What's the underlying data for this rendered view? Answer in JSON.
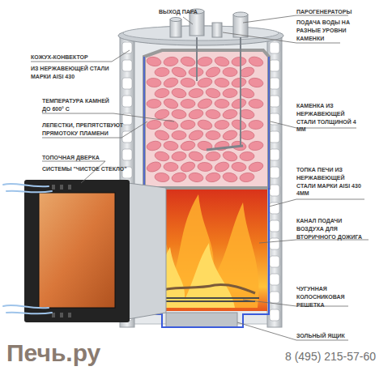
{
  "diagram": {
    "labels": [
      "ВЫХОД ПАРА",
      "ПАРОГЕНЕРАТОРЫ",
      "ПОДАЧА ВОДЫ НА РАЗНЫЕ УРОВНИ КАМЕНКИ",
      "КОЖУХ-КОНВЕКТОР",
      "ИЗ НЕРЖАВЕЮЩЕЙ СТАЛИ МАРКИ AISI 430",
      "ТЕМПЕРАТУРА КАМНЕЙ ДО 600° С",
      "ЛЕПЕСТКИ, ПРЕПЯТСТВУЮТ ПРЯМОТОКУ ПЛАМЕНИ",
      "ТОПОЧНАЯ ДВЕРКА",
      "СИСТЕМЫ \"ЧИСТОЕ СТЕКЛО\"",
      "КАМЕНКА ИЗ НЕРЖАВЕЮЩЕЙ СТАЛИ ТОЛЩИНОЙ 4 ММ",
      "ТОПКА ПЕЧИ ИЗ НЕРЖАВЕЮЩЕЙ СТАЛИ МАРКИ AISI 430 4ММ",
      "КАНАЛ ПОДАЧИ ВОЗДУХА ДЛЯ ВТОРИЧНОГО ДОЖИГА",
      "ЧУГУННАЯ КОЛОСНИКОВАЯ РЕШЕТКА",
      "ЗОЛЬНЫЙ ЯЩИК",
      "Печь.ру",
      "8 (495) 215-57-60"
    ]
  }
}
